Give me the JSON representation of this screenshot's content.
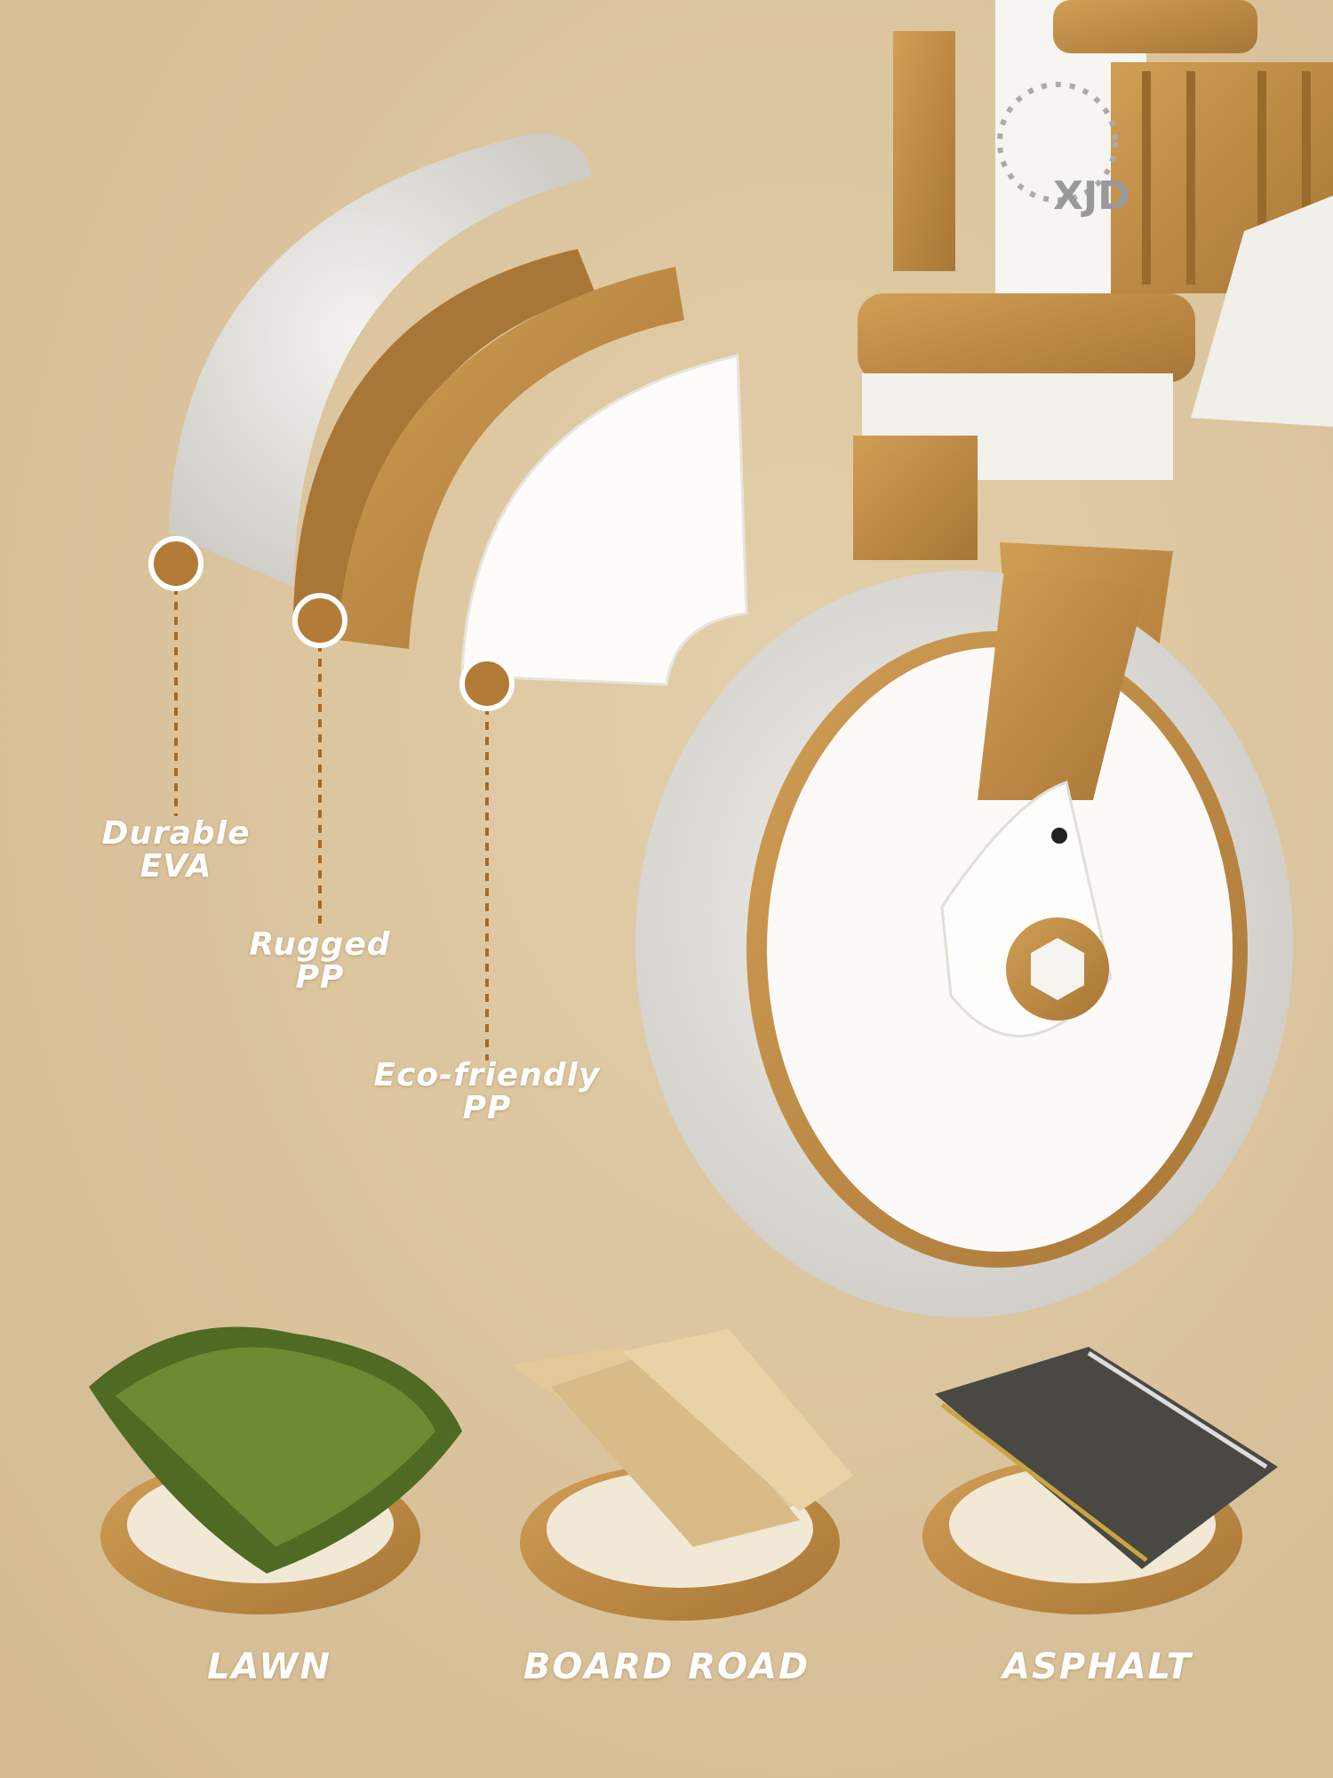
{
  "brand": {
    "logo_text": "XJD"
  },
  "materials": [
    {
      "line1": "Durable",
      "line2": "EVA"
    },
    {
      "line1": "Rugged",
      "line2": "PP"
    },
    {
      "line1": "Eco-friendly",
      "line2": "PP"
    }
  ],
  "surfaces": [
    {
      "label": "LAWN"
    },
    {
      "label": "BOARD ROAD"
    },
    {
      "label": "ASPHALT"
    }
  ],
  "colors": {
    "background": "#dcc6a0",
    "accent": "#c08d44",
    "tire": "#e8e6e2",
    "white": "#ffffff"
  }
}
